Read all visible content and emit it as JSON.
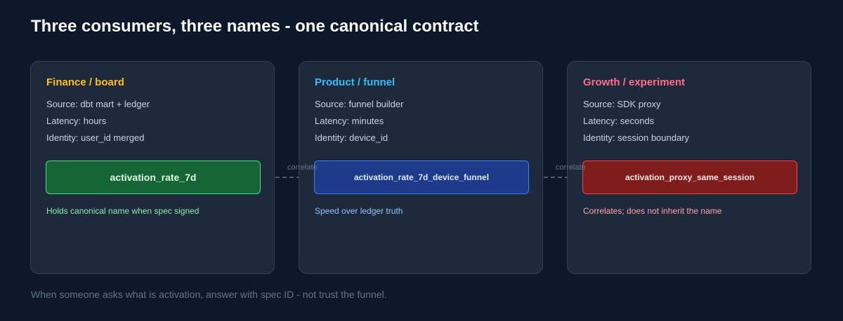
{
  "title": "Three consumers, three names - one canonical contract",
  "cards": [
    {
      "heading": "Finance / board",
      "source": "Source: dbt mart + ledger",
      "latency": "Latency: hours",
      "identity": "Identity: user_id merged",
      "metric": "activation_rate_7d",
      "note": "Holds canonical name when spec signed",
      "colors": {
        "heading": "#fbbf24",
        "metric_bg": "#166534",
        "metric_border": "#4ade80",
        "metric_text": "#dcfce7",
        "note": "#86efac"
      }
    },
    {
      "heading": "Product / funnel",
      "source": "Source: funnel builder",
      "latency": "Latency: minutes",
      "identity": "Identity: device_id",
      "metric": "activation_rate_7d_device_funnel",
      "note": "Speed over ledger truth",
      "colors": {
        "heading": "#38bdf8",
        "metric_bg": "#1e3a8a",
        "metric_border": "#3b82f6",
        "metric_text": "#dbeafe",
        "note": "#93c5fd"
      }
    },
    {
      "heading": "Growth / experiment",
      "source": "Source: SDK proxy",
      "latency": "Latency: seconds",
      "identity": "Identity: session boundary",
      "metric": "activation_proxy_same_session",
      "note": "Correlates; does not inherit the name",
      "colors": {
        "heading": "#fb7185",
        "metric_bg": "#7f1d1d",
        "metric_border": "#ef4444",
        "metric_text": "#fee2e2",
        "note": "#fda4af"
      }
    }
  ],
  "connectors": [
    {
      "label": "correlate"
    },
    {
      "label": "correlate"
    }
  ],
  "footer": "When someone asks what is activation, answer with spec ID - not trust the funnel."
}
